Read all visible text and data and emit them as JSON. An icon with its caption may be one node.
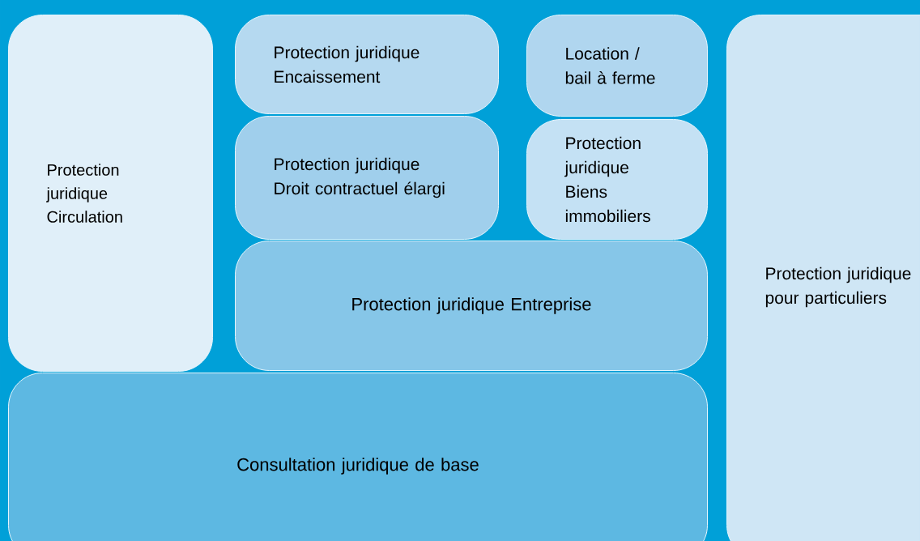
{
  "diagram": {
    "nodes": [
      {
        "text": [
          "Protection juridique Circulation"
        ]
      },
      {
        "text": [
          "Protection juridique Encaissement"
        ]
      },
      {
        "text": [
          "Location / bail à ferme"
        ]
      },
      {
        "text": [
          "Protection juridique Droit contractuel élargi"
        ]
      },
      {
        "text": [
          "Protection juridique Biens immobiliers"
        ]
      },
      {
        "text": [
          "Protection juridique Entreprise"
        ]
      },
      {
        "text": [
          "Protection juridique pour particuliers"
        ]
      },
      {
        "text": [
          "Consultation juridique de base"
        ]
      }
    ]
  }
}
